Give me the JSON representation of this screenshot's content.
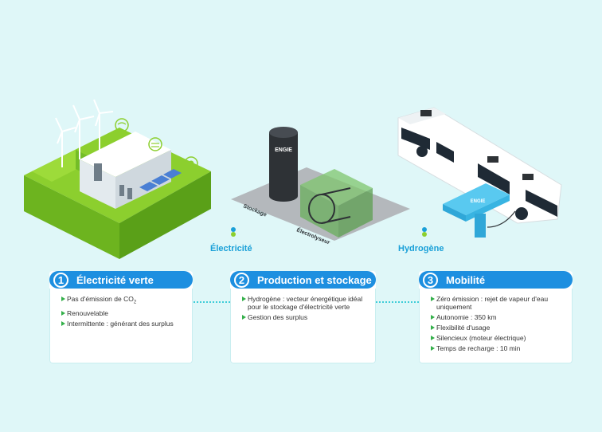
{
  "flow_labels": {
    "electricity": "Électricité",
    "hydrogen": "Hydrogène"
  },
  "illustration_labels": {
    "tank_logo": "ENGIE",
    "station_logo": "ENGIE",
    "storage": "Stockage",
    "electrolyser": "Électrolyseur"
  },
  "panels": [
    {
      "number": "1",
      "title": "Électricité verte",
      "items": [
        "Pas d'émission de CO",
        "Renouvelable",
        "Intermittente : générant des surplus"
      ],
      "co2_subscript": "2"
    },
    {
      "number": "2",
      "title": "Production et stockage",
      "items": [
        "Hydrogène : vecteur énergétique idéal pour le stockage d'électricité verte",
        "Gestion des surplus"
      ]
    },
    {
      "number": "3",
      "title": "Mobilité",
      "items": [
        "Zéro émission : rejet de vapeur d'eau uniquement",
        "Autonomie : 350 km",
        "Flexibilité d'usage",
        "Silencieux (moteur électrique)",
        "Temps de recharge : 10 min"
      ]
    }
  ],
  "colors": {
    "background": "#dff7f8",
    "panel_header": "#1d8fe0",
    "bullet": "#34b04a",
    "grass": "#8ccf2e",
    "accent": "#1aa0d8"
  }
}
